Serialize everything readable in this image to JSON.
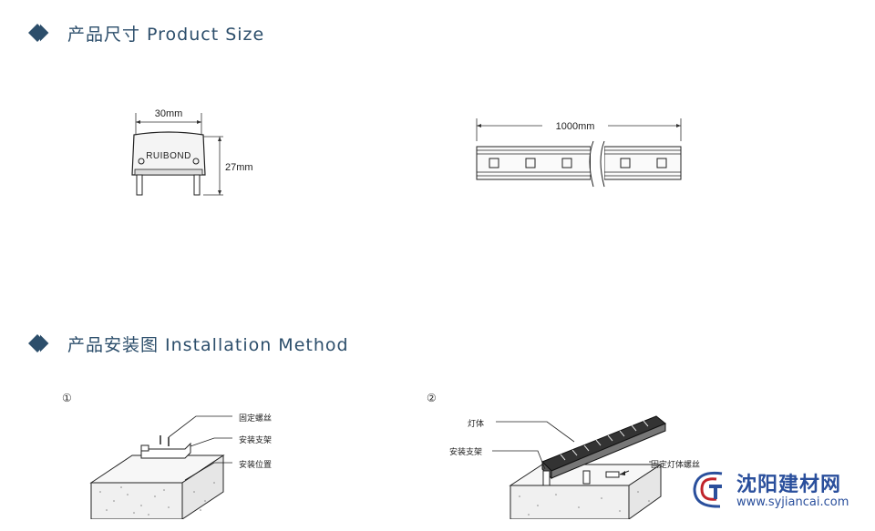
{
  "sections": {
    "size": {
      "title": "产品尺寸 Product Size"
    },
    "install": {
      "title": "产品安装图 Installation Method"
    }
  },
  "dimensions": {
    "width": "30mm",
    "height": "27mm",
    "length": "1000mm",
    "brand": "RUIBOND"
  },
  "steps": [
    {
      "number": "①",
      "callouts": [
        "固定螺丝",
        "安装支架",
        "安装位置"
      ]
    },
    {
      "number": "②",
      "callouts": [
        "灯体",
        "安装支架",
        "固定灯体螺丝"
      ]
    }
  ],
  "watermark": {
    "name": "沈阳建材网",
    "url": "www.syjiancai.com"
  },
  "colors": {
    "heading": "#2c4e6b",
    "watermark": "#2a4f9c"
  }
}
